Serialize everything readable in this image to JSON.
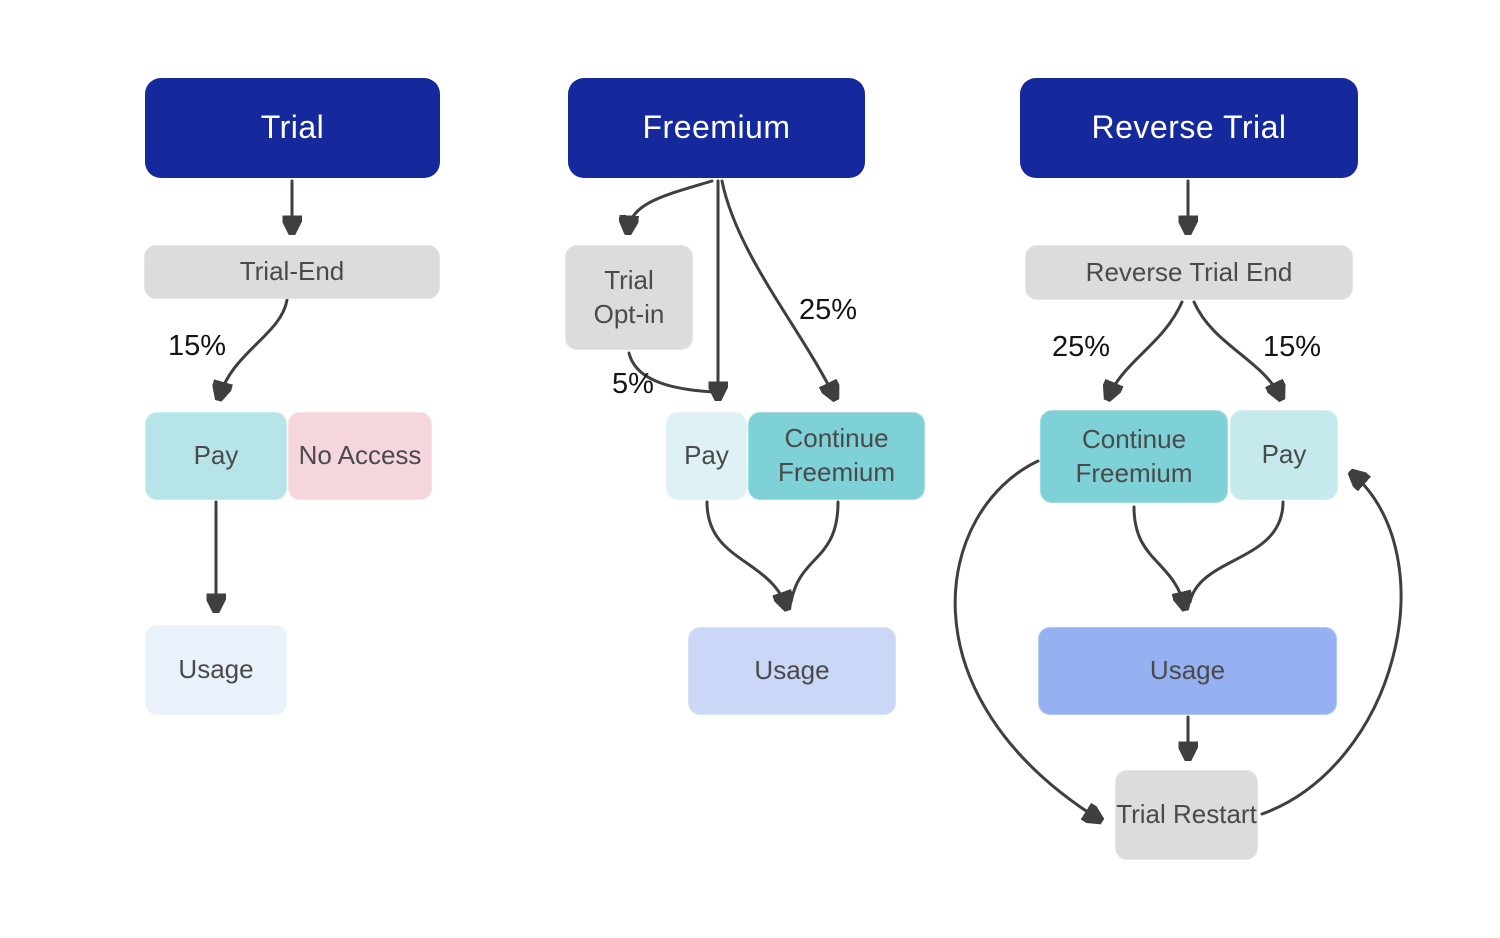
{
  "nodes": {
    "trial_header": "Trial",
    "trial_end": "Trial-End",
    "pay1": "Pay",
    "no_access": "No Access",
    "usage1": "Usage",
    "freemium_header": "Freemium",
    "trial_opt_in": "Trial Opt-in",
    "pay2": "Pay",
    "continue_freemium2": "Continue Freemium",
    "usage2": "Usage",
    "reverse_header": "Reverse Trial",
    "reverse_trial_end": "Reverse Trial End",
    "continue_freemium3": "Continue Freemium",
    "pay3": "Pay",
    "usage3": "Usage",
    "trial_restart": "Trial Restart"
  },
  "labels": {
    "trial_pay_pct": "15%",
    "freemium_optin_pct": "5%",
    "freemium_continue_pct": "25%",
    "reverse_continue_pct": "25%",
    "reverse_pay_pct": "15%"
  },
  "colors": {
    "navy": "#16299c",
    "header_text": "#ffffff",
    "node_gray": "#dcdcdc",
    "node_text": "#4a4a4a",
    "pay_teal": "#b7e4e9",
    "no_access_pink": "#f4d6dc",
    "usage_faint": "#e9f1fb",
    "pay_light": "#def1f4",
    "continue_teal": "#7ed1d7",
    "usage_light": "#cbd7f7",
    "pay_mid": "#c6e9ed",
    "usage_medium": "#96b1f1",
    "label_text": "#141414",
    "arrow": "#3f3f3f"
  }
}
